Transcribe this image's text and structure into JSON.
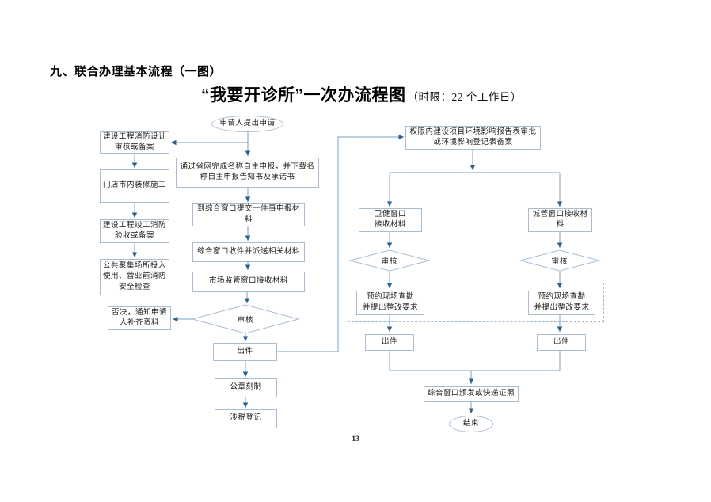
{
  "page": {
    "section_title": "九、联合办理基本流程（一图）",
    "flow_title": "“我要开诊所”一次办流程图",
    "flow_title_note": "（时限：22 个工作日）",
    "page_number": "13"
  },
  "colors": {
    "box_border": "#a9bdd2",
    "connector_line": "#7aa0c6",
    "arrowhead": "#2b618f",
    "text": "#1c1c1c"
  },
  "flowchart": {
    "nodes": {
      "start": "申请人提出申请",
      "fire_design_review": "建设工程消防设计\n审核或备案",
      "shop_fitout": "门店市内装修施工",
      "fire_completion_check": "建设工程竣工消防\n验收或备案",
      "pre_opening_fire_safety": "公共聚集场所投入\n使用、营业前消防\n安全检查",
      "reject_notice": "否决，通知申请\n人补齐资料",
      "online_name_declaration": "通过省网完成名称自主申报，并下载名\n称自主申报告知书及承诺书",
      "submit_one_package": "到综合窗口提交一件事申报材\n料",
      "window_collect_dispatch": "综合窗口收件并派送相关材料",
      "market_window_receive": "市场监管窗口接收材料",
      "review_market": "审核",
      "issue_market": "出件",
      "seal_engraving": "公章刻制",
      "tax_registration": "涉税登记",
      "env_impact_approval": "权限内建设项目环境影响报告表审批\n或环境影响登记表备案",
      "health_window_receive": "卫健窗口\n接收材料",
      "urban_window_receive": "城管窗口接收材\n料",
      "review_health": "审核",
      "review_urban": "审核",
      "site_survey_health": "预约现场查勘\n并提出整改要求",
      "site_survey_urban": "预约现场查勘\n并提出整改要求",
      "issue_health": "出件",
      "issue_urban": "出件",
      "license_delivery": "综合窗口颁发或快递证照",
      "end": "结束"
    }
  }
}
